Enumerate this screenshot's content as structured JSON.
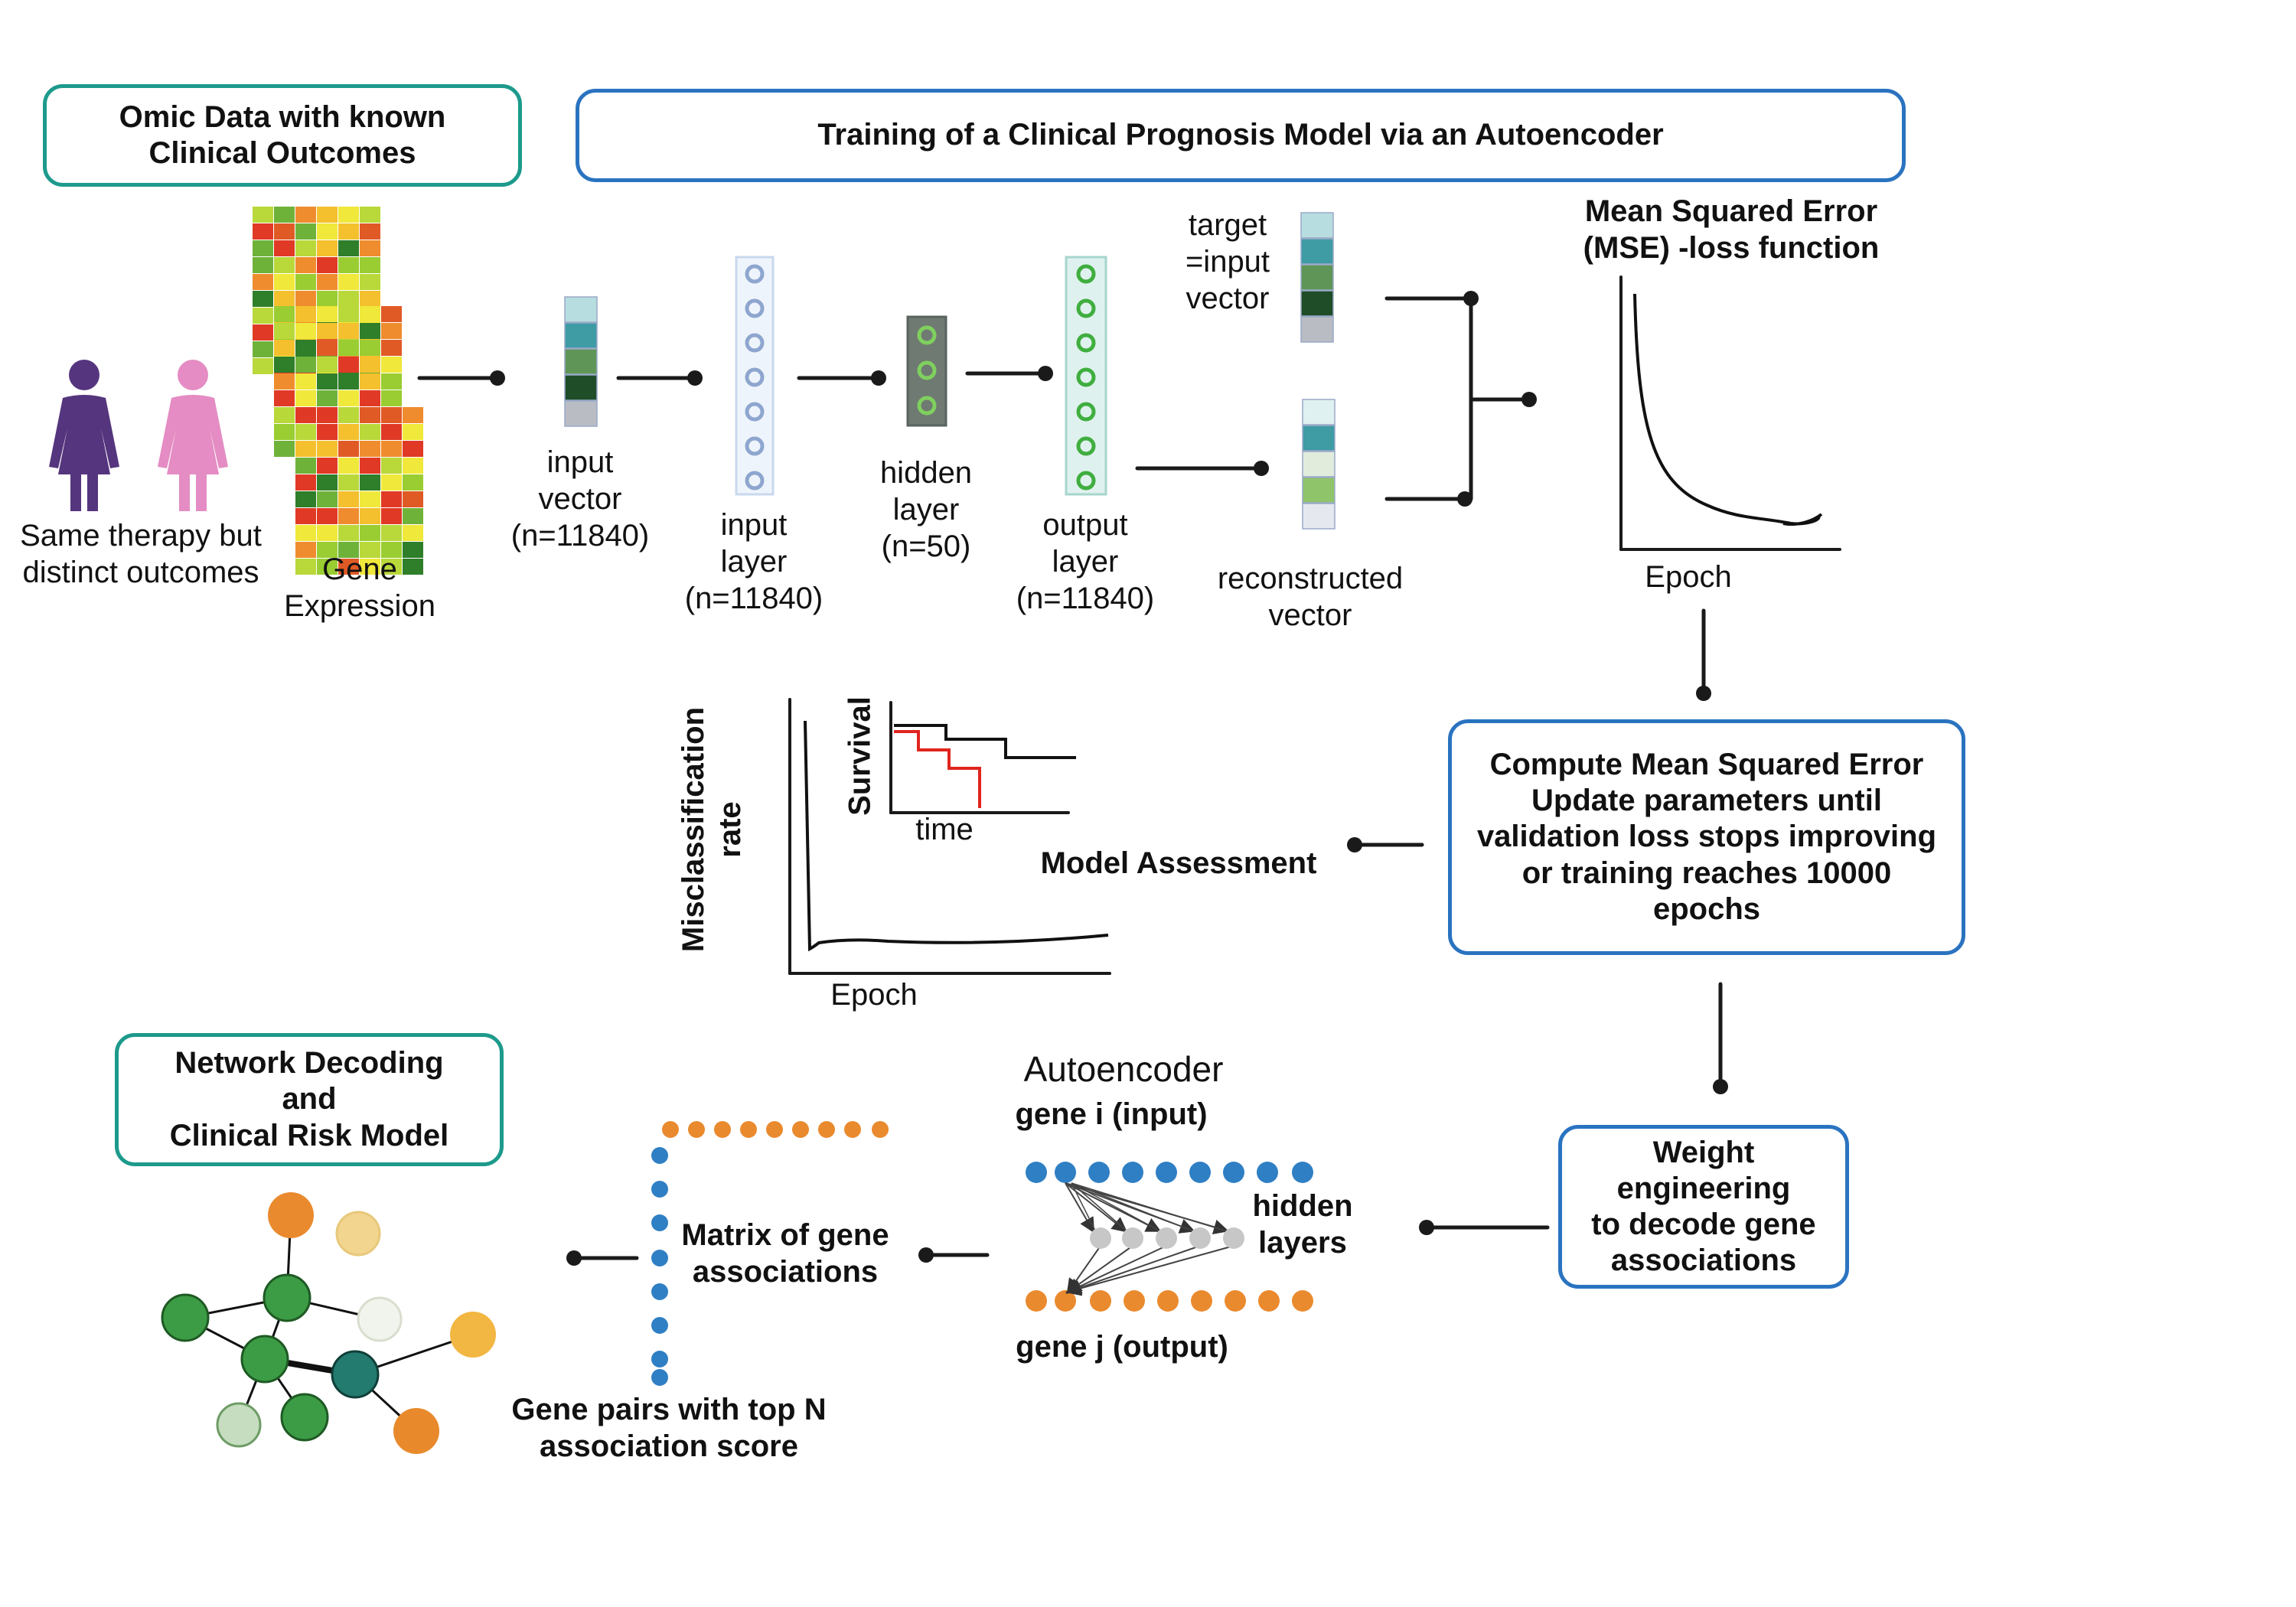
{
  "colors": {
    "teal_border": "#1d9a8c",
    "blue_border": "#2a73c0",
    "blue_dot": "#2f7fc4",
    "orange_dot": "#ea8a2e",
    "green_node": "#3c9c45"
  },
  "boxes": {
    "omic": "Omic Data with known\nClinical Outcomes",
    "training": "Training of a Clinical Prognosis Model via an Autoencoder",
    "compute": "Compute Mean Squared Error\nUpdate parameters until\nvalidation loss stops improving\nor training reaches 10000\nepochs",
    "weight": "Weight\nengineering\nto decode gene\nassociations",
    "network": "Network Decoding\nand\nClinical Risk Model"
  },
  "labels": {
    "same_therapy": "Same therapy but\ndistinct outcomes",
    "gene_expression": "Gene\nExpression",
    "input_vector": "input\nvector\n(n=11840)",
    "input_layer": "input\nlayer\n(n=11840)",
    "hidden_layer": "hidden\nlayer\n(n=50)",
    "output_layer": "output\nlayer\n(n=11840)",
    "target_vector": "target\n=input\nvector",
    "reconstructed_vector": "reconstructed\nvector",
    "mse_title": "Mean Squared Error\n(MSE) -loss function",
    "epoch_mse": "Epoch",
    "misclass_ylabel": "Misclassification\nrate",
    "epoch_misclass": "Epoch",
    "survival_ylabel": "Survival",
    "survival_xlabel": "time",
    "model_assessment": "Model Assessment",
    "autoencoder": "Autoencoder",
    "gene_i": "gene i (input)",
    "gene_j": "gene j  (output)",
    "hidden_layers": "hidden\nlayers",
    "matrix": "Matrix of gene\nassociations",
    "gene_pairs": "Gene pairs with top N\nassociation score"
  }
}
